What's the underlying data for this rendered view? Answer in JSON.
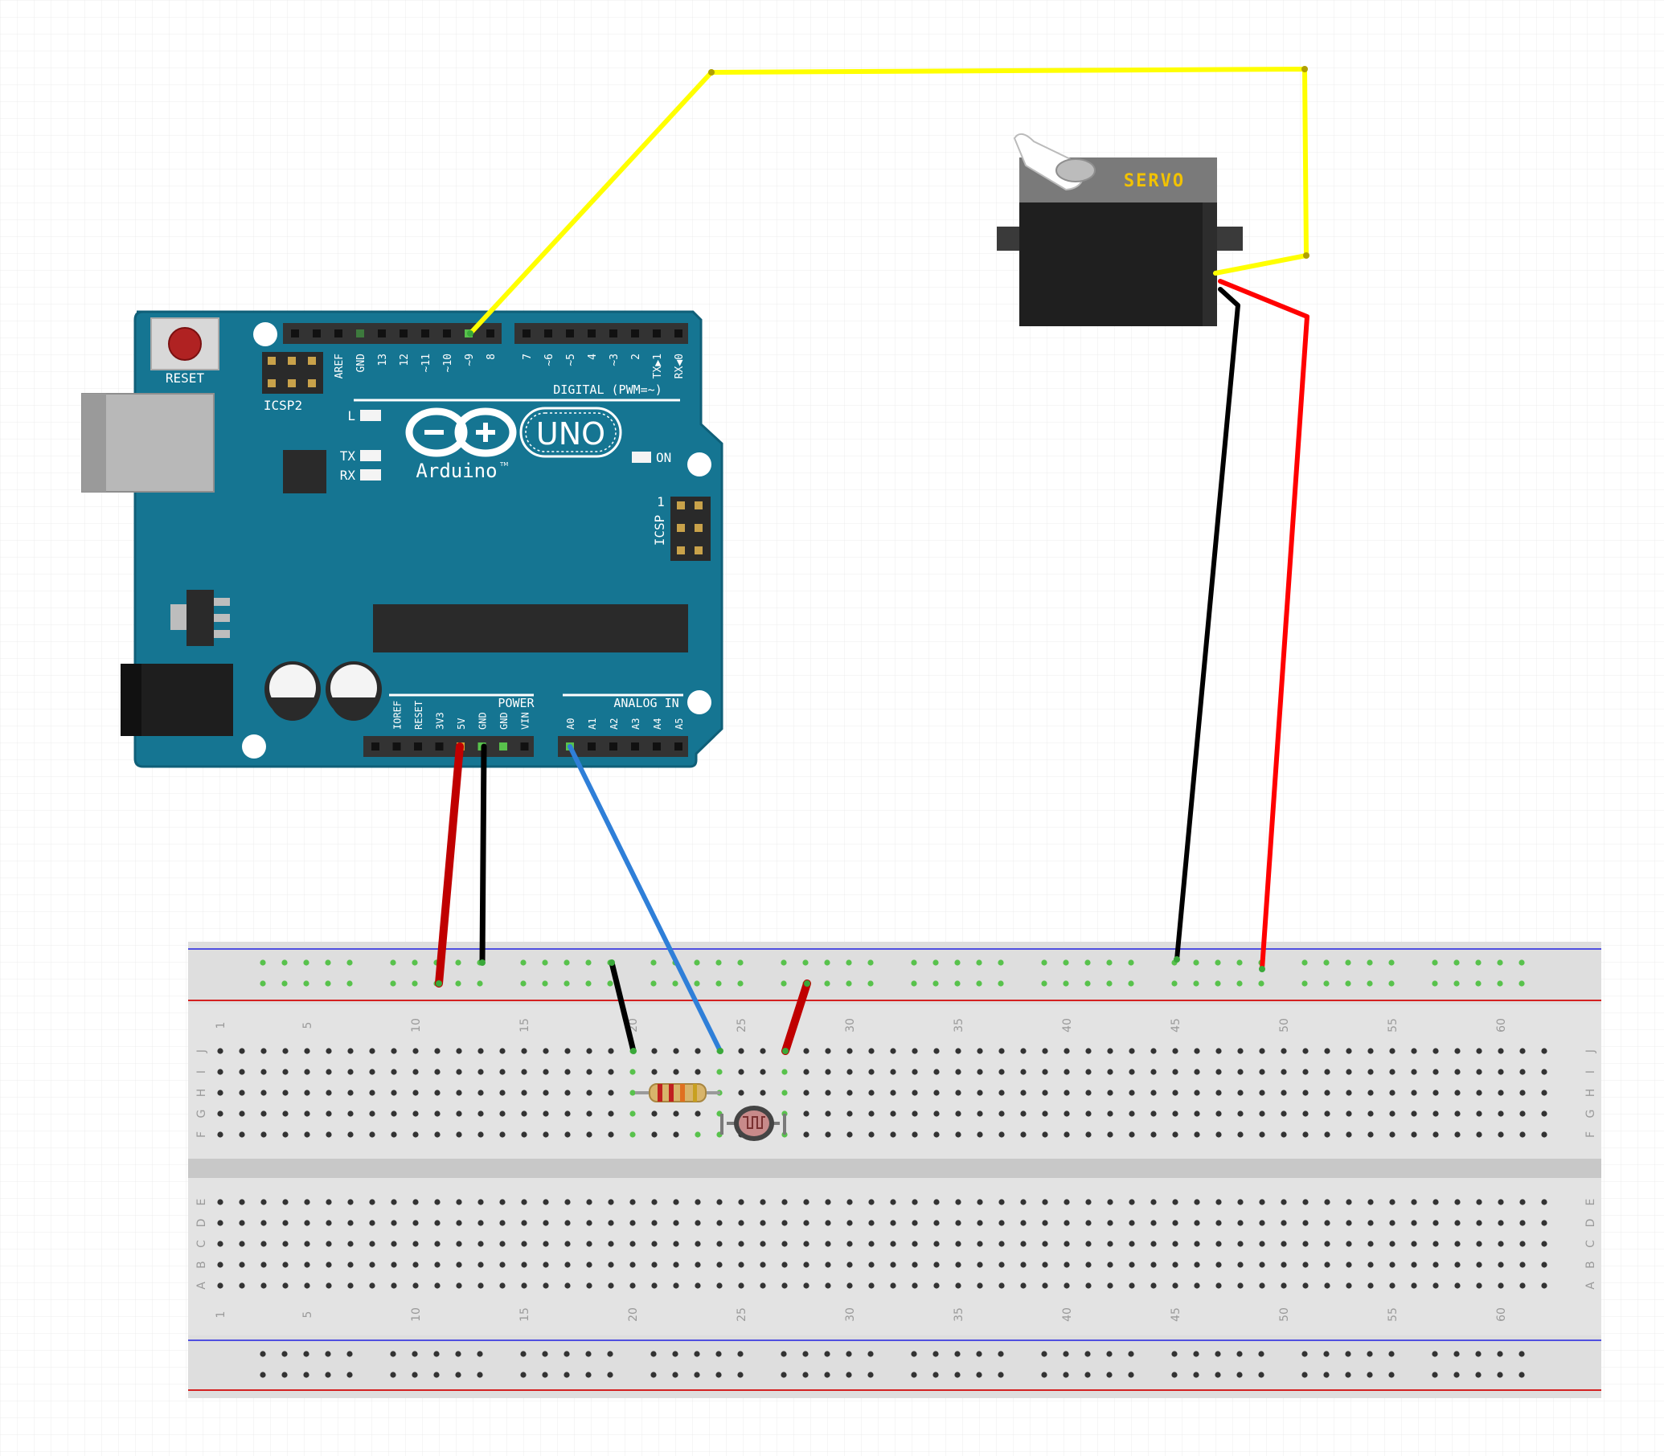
{
  "board": {
    "reset_label": "RESET",
    "icsp2_label": "ICSP2",
    "icsp_label": "ICSP",
    "icsp_pin1": "1",
    "digital_label": "DIGITAL (PWM=~)",
    "uno_label": "UNO",
    "brand_label": "Arduino",
    "tm": "TM",
    "l_label": "L",
    "tx_label": "TX",
    "rx_label": "RX",
    "on_label": "ON",
    "power_label": "POWER",
    "analog_label": "ANALOG IN",
    "digital_pins": [
      "AREF",
      "GND",
      "13",
      "12",
      "~11",
      "~10",
      "~9",
      "8",
      "7",
      "~6",
      "~5",
      "4",
      "~3",
      "2",
      "TX▶1",
      "RX◀0"
    ],
    "power_pins": [
      "IOREF",
      "RESET",
      "3V3",
      "5V",
      "GND",
      "GND",
      "VIN"
    ],
    "analog_pins": [
      "A0",
      "A1",
      "A2",
      "A3",
      "A4",
      "A5"
    ]
  },
  "servo": {
    "label": "SERVO"
  },
  "breadboard": {
    "column_numbers": [
      "1",
      "5",
      "10",
      "15",
      "20",
      "25",
      "30",
      "35",
      "40",
      "45",
      "50",
      "55",
      "60"
    ],
    "upper_row_letters": [
      "J",
      "I",
      "H",
      "G",
      "F"
    ],
    "lower_row_letters": [
      "E",
      "D",
      "C",
      "B",
      "A"
    ]
  },
  "wires": [
    {
      "name": "signal",
      "color": "#ffff00"
    },
    {
      "name": "servo-power",
      "color": "#ff0000"
    },
    {
      "name": "servo-ground",
      "color": "#000000"
    },
    {
      "name": "board-5v",
      "color": "#c00000"
    },
    {
      "name": "board-gnd",
      "color": "#000000"
    },
    {
      "name": "analog-a0",
      "color": "#2f7fd8"
    }
  ],
  "colors": {
    "board": "#157592",
    "header": "#333333",
    "highlight_pin": "#58c24c",
    "breadboard": "#e3e3e3",
    "rail_red": "#d42020",
    "rail_blue": "#5050e0"
  }
}
